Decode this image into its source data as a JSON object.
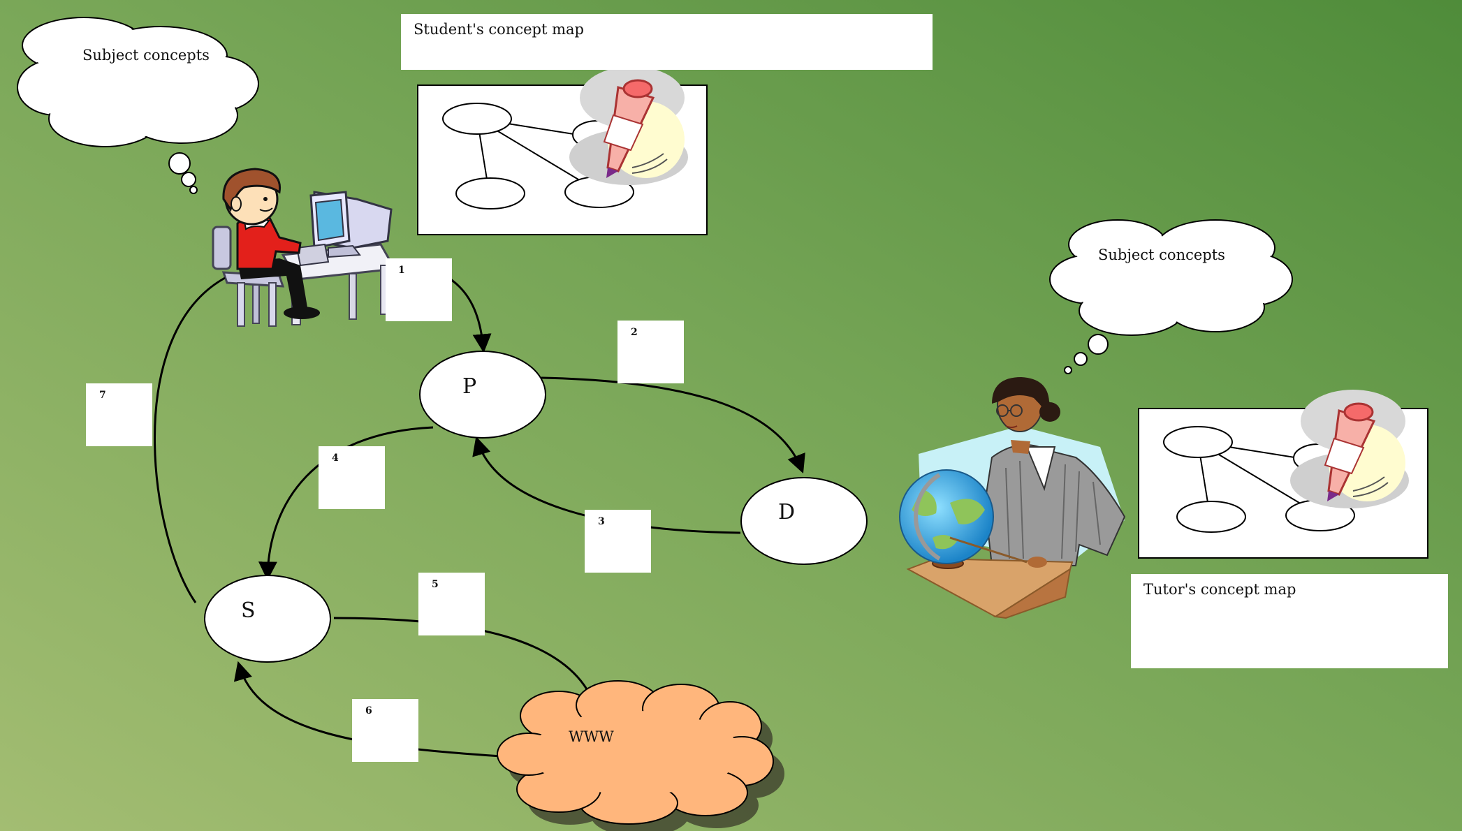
{
  "student": {
    "thought": "Subject concepts",
    "map_title": "Student's concept map"
  },
  "tutor": {
    "thought": "Subject concepts",
    "map_title": "Tutor's  concept map"
  },
  "nodes": {
    "p": "P",
    "d": "D",
    "s": "S",
    "www": "WWW"
  },
  "steps": [
    "1",
    "2",
    "3",
    "4",
    "5",
    "6",
    "7"
  ],
  "colors": {
    "background_start": "#a3bd72",
    "background_end": "#4f8c3a",
    "www_cloud": "#ffb67c",
    "student_shirt": "#e3201b",
    "tutor_backdrop": "#c8f1f7"
  }
}
